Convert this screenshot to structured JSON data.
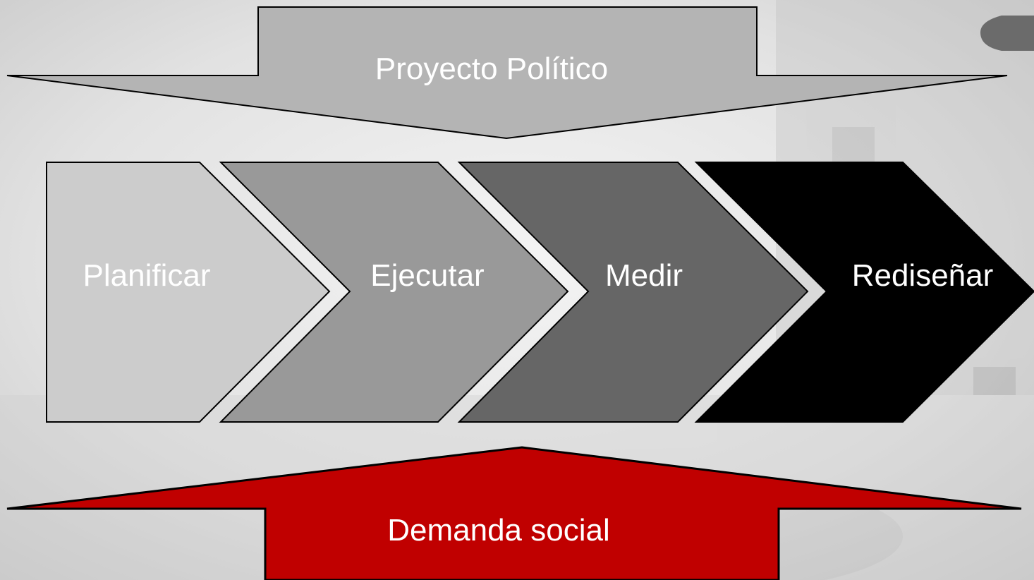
{
  "diagram": {
    "top_arrow": {
      "label": "Proyecto Político",
      "fill": "#b4b4b4",
      "text_color": "#ffffff"
    },
    "bottom_arrow": {
      "label": "Demanda social",
      "fill": "#c00000",
      "text_color": "#ffffff"
    },
    "steps": [
      {
        "label": "Planificar",
        "fill": "#cccccc",
        "text_color": "#ffffff"
      },
      {
        "label": "Ejecutar",
        "fill": "#999999",
        "text_color": "#ffffff"
      },
      {
        "label": "Medir",
        "fill": "#666666",
        "text_color": "#ffffff"
      },
      {
        "label": "Rediseñar",
        "fill": "#000000",
        "text_color": "#ffffff"
      }
    ],
    "corner_tab_fill": "#6b6b6b"
  }
}
